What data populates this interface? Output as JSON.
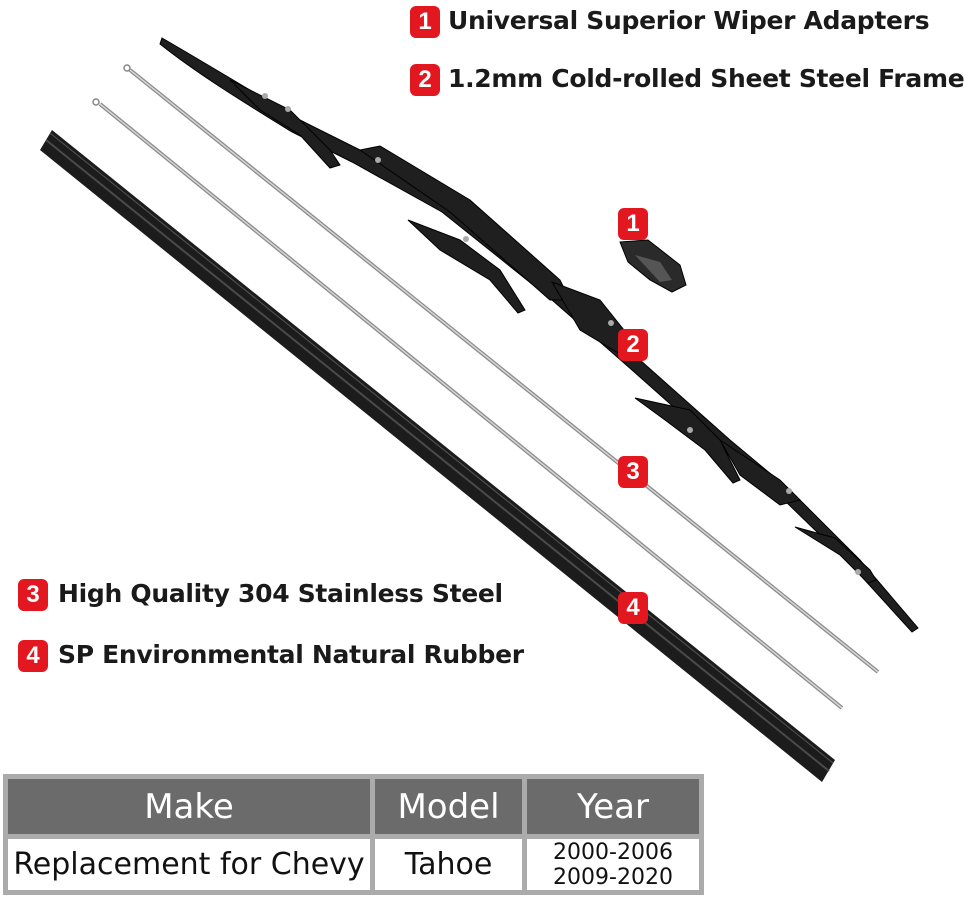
{
  "features": [
    {
      "number": "1",
      "text": "Universal Superior Wiper Adapters"
    },
    {
      "number": "2",
      "text": "1.2mm Cold-rolled Sheet Steel Frame"
    },
    {
      "number": "3",
      "text": "High Quality 304 Stainless Steel"
    },
    {
      "number": "4",
      "text": "SP Environmental Natural Rubber"
    }
  ],
  "callouts": [
    "1",
    "2",
    "3",
    "4"
  ],
  "table": {
    "headers": [
      "Make",
      "Model",
      "Year"
    ],
    "row": {
      "make": "Replacement for Chevy",
      "model": "Tahoe",
      "years": [
        "2000-2006",
        "2009-2020"
      ]
    }
  },
  "colors": {
    "badge": "#e3171f",
    "header_bg": "#6b6b6b",
    "border": "#ababab"
  }
}
